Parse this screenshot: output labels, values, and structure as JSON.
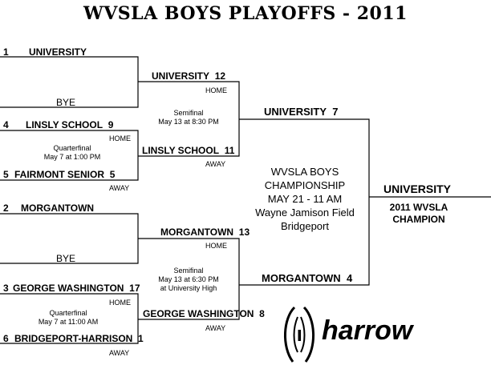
{
  "title": "WVSLA BOYS PLAYOFFS - 2011",
  "bracket": {
    "r1": [
      {
        "seed": "1",
        "name": "UNIVERSITY"
      },
      {
        "name": "BYE"
      },
      {
        "seed": "4",
        "name": "LINSLY SCHOOL",
        "score": "9",
        "tag": "HOME"
      },
      {
        "seed": "5",
        "name": "FAIRMONT SENIOR",
        "score": "5",
        "tag": "AWAY"
      },
      {
        "seed": "2",
        "name": "MORGANTOWN"
      },
      {
        "name": "BYE"
      },
      {
        "seed": "3",
        "name": "GEORGE WASHINGTON",
        "score": "17",
        "tag": "HOME"
      },
      {
        "seed": "6",
        "name": "BRIDGEPORT-HARRISON",
        "score": "1",
        "tag": "AWAY"
      }
    ],
    "quarterfinal_top": {
      "label": "Quarterfinal",
      "date": "May 7 at 1:00 PM"
    },
    "quarterfinal_bottom": {
      "label": "Quarterfinal",
      "date": "May  7 at 11:00 AM"
    },
    "r2": [
      {
        "name": "UNIVERSITY",
        "score": "12",
        "tag": "HOME"
      },
      {
        "name": "LINSLY SCHOOL",
        "score": "11",
        "tag": "AWAY"
      },
      {
        "name": "MORGANTOWN",
        "score": "13",
        "tag": "HOME"
      },
      {
        "name": "GEORGE WASHINGTON",
        "score": "8",
        "tag": "AWAY"
      }
    ],
    "semifinal_top": {
      "label": "Semifinal",
      "date": "May 13 at 8:30 PM"
    },
    "semifinal_bottom": {
      "label": "Semifinal",
      "date": "May 13 at 6:30 PM",
      "venue": "at University High"
    },
    "final": [
      {
        "name": "UNIVERSITY",
        "score": "7"
      },
      {
        "name": "MORGANTOWN",
        "score": "4"
      }
    ],
    "championship": {
      "line1": "WVSLA BOYS",
      "line2": "CHAMPIONSHIP",
      "line3": "MAY 21 - 11 AM",
      "line4": "Wayne Jamison Field",
      "line5": "Bridgeport"
    },
    "champion": {
      "name": "UNIVERSITY",
      "line1": "2011 WVSLA",
      "line2": "CHAMPION"
    }
  },
  "logo": {
    "text": "harrow",
    "icon": "harrow-lacrosse-head-icon"
  }
}
